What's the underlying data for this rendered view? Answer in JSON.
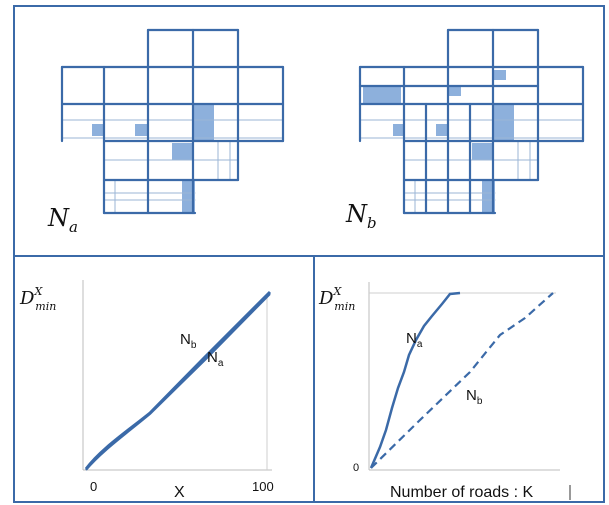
{
  "networks": {
    "a": {
      "symbol": "N",
      "subscript": "a"
    },
    "b": {
      "symbol": "N",
      "subscript": "b"
    }
  },
  "left_plot": {
    "ylabel": {
      "main": "D",
      "sup": "X",
      "sub": "min"
    },
    "xlabel": "X",
    "x_ticks": [
      "0",
      "100"
    ],
    "curve_labels": {
      "nb": {
        "base": "N",
        "sub": "b"
      },
      "na": {
        "base": "N",
        "sub": "a"
      }
    }
  },
  "right_plot": {
    "ylabel": {
      "main": "D",
      "sup": "X",
      "sub": "min"
    },
    "xlabel": "Number of roads : K",
    "y_tick": "0",
    "curve_labels": {
      "na": {
        "base": "N",
        "sub": "a"
      },
      "nb": {
        "base": "N",
        "sub": "b"
      }
    }
  },
  "colors": {
    "line": "#3b6aa8",
    "fill": "#8db0dc",
    "thin": "#9bb6d6",
    "frame": "#3b6aa8"
  }
}
